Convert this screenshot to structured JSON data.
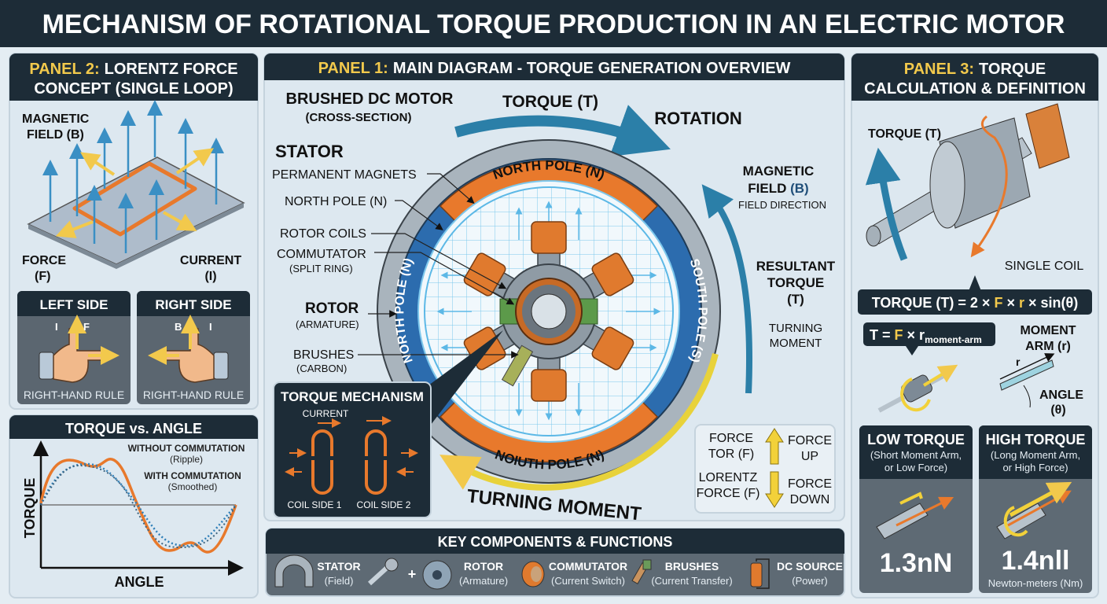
{
  "title": "MECHANISM OF ROTATIONAL TORQUE PRODUCTION IN AN ELECTRIC MOTOR",
  "colors": {
    "header": "#1d2c37",
    "accent_yellow": "#f2c94c",
    "orange": "#e8792c",
    "blue": "#2f6fae",
    "field_blue": "#4aa8d8",
    "panel": "#dde8f0"
  },
  "panel2": {
    "title_prefix": "PANEL 2:",
    "title_line1": "LORENTZ FORCE",
    "title_line2": "CONCEPT (SINGLE LOOP)",
    "magnetic_field_1": "MAGNETIC",
    "magnetic_field_2": "FIELD (B)",
    "force_1": "FORCE",
    "force_2": "(F)",
    "current_1": "CURRENT",
    "current_2": "(I)",
    "left": {
      "title": "LEFT SIDE",
      "caption": "RIGHT-HAND RULE",
      "f": "F",
      "i": "I"
    },
    "right": {
      "title": "RIGHT SIDE",
      "caption": "RIGHT-HAND RULE",
      "b": "B",
      "i": "I"
    }
  },
  "torque_angle": {
    "title": "TORQUE vs. ANGLE",
    "ylabel": "TORQUE",
    "xlabel": "ANGLE",
    "without_1": "WITHOUT COMMUTATION",
    "without_2": "(Ripple)",
    "with_1": "WITH COMMUTATION",
    "with_2": "(Smoothed)"
  },
  "panel1": {
    "title_prefix": "PANEL 1:",
    "title": "MAIN DIAGRAM - TORQUE GENERATION OVERVIEW",
    "motor_1": "BRUSHED DC MOTOR",
    "motor_2": "(CROSS-SECTION)",
    "torque_t": "TORQUE (T)",
    "rotation": "ROTATION",
    "stator": "STATOR",
    "permanent_magnets": "PERMANENT MAGNETS",
    "north_pole_n": "NORTH POLE (N)",
    "rotor_coils": "ROTOR COILS",
    "commutator": "COMMUTATOR",
    "split_ring": "(SPLIT RING)",
    "rotor": "ROTOR",
    "armature": "(ARMATURE)",
    "brushes": "BRUSHES",
    "carbon": "(CARBON)",
    "pole_top": "NORTH POLE (N)",
    "pole_left": "NORTH POLE (N)",
    "pole_right": "SOUTH POLE (S)",
    "pole_bottom": "NOIUTH POLE (N)",
    "mag_field_1": "MAGNETIC",
    "mag_field_2": "FIELD",
    "mag_field_b": "(B)",
    "field_direction": "FIELD DIRECTION",
    "resultant_1": "RESULTANT",
    "resultant_2": "TORQUE",
    "resultant_3": "(T)",
    "turning_1": "TURNING",
    "turning_2": "MOMENT",
    "turning_moment": "TURNING MOMENT",
    "mechanism": {
      "title": "TORQUE MECHANISM",
      "current": "CURRENT",
      "coil1": "COIL SIDE 1",
      "coil2": "COIL SIDE 2"
    },
    "force_legend": {
      "force_tor_1": "FORCE",
      "force_tor_2": "TOR (F)",
      "lorentz_1": "LORENTZ",
      "lorentz_2": "FORCE (F)",
      "up_1": "FORCE",
      "up_2": "UP",
      "down_1": "FORCE",
      "down_2": "DOWN"
    }
  },
  "key_components": {
    "title": "KEY COMPONENTS & FUNCTIONS",
    "plus": "+",
    "items": [
      {
        "name": "STATOR",
        "desc": "(Field)",
        "icon": "stator-icon"
      },
      {
        "name": "ROTOR",
        "desc": "(Armature)",
        "icon": "rotor-icon"
      },
      {
        "name": "COMMUTATOR",
        "desc": "(Current Switch)",
        "icon": "commutator-icon"
      },
      {
        "name": "BRUSHES",
        "desc": "(Current Transfer)",
        "icon": "brushes-icon"
      },
      {
        "name": "DC SOURCE",
        "desc": "(Power)",
        "icon": "battery-icon"
      }
    ]
  },
  "panel3": {
    "title_prefix": "PANEL 3:",
    "title_line1": "TORQUE",
    "title_line2": "CALCULATION & DEFINITION",
    "torque_t": "TORQUE (T)",
    "single_coil": "SINGLE COIL",
    "formula_a": "TORQUE (T) = 2 ×",
    "formula_f": "F",
    "formula_x": "×",
    "formula_r": "r",
    "formula_b": "× sin(θ)",
    "formula2_a": "T =",
    "formula2_f": "F",
    "formula2_b": "× r",
    "formula2_sub": "moment-arm",
    "moment_1": "MOMENT",
    "moment_2": "ARM (r)",
    "r": "r",
    "angle_1": "ANGLE",
    "angle_2": "(θ)",
    "low": {
      "title": "LOW TORQUE",
      "sub1": "(Short Moment Arm,",
      "sub2": "or Low Force)",
      "value": "1.3nN"
    },
    "high": {
      "title": "HIGH TORQUE",
      "sub1": "(Long Moment Arm,",
      "sub2": "or High Force)",
      "value": "1.4nll",
      "unit": "Newton-meters (Nm)"
    }
  }
}
